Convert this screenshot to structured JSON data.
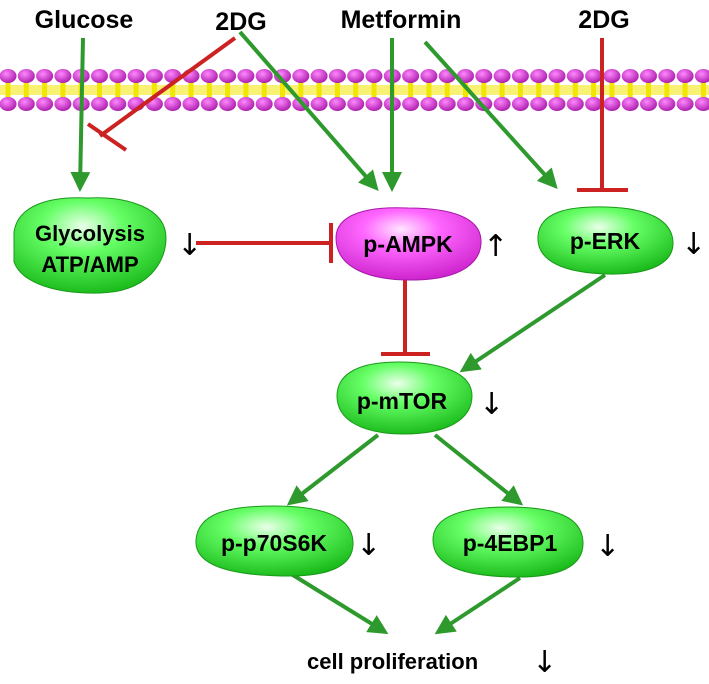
{
  "inputs": {
    "glucose": "Glucose",
    "dg_left": "2DG",
    "metformin": "Metformin",
    "dg_right": "2DG"
  },
  "nodes": {
    "glycolysis_line1": "Glycolysis",
    "glycolysis_line2": "ATP/AMP",
    "glycolysis_trend": "↓",
    "ampk": "p-AMPK",
    "ampk_trend": "↑",
    "erk": "p-ERK",
    "erk_trend": "↓",
    "mtor": "p-mTOR",
    "mtor_trend": "↓",
    "p70s6k": "p-p70S6K",
    "p70s6k_trend": "↓",
    "ebp1": "p-4EBP1",
    "ebp1_trend": "↓",
    "outcome": "cell proliferation",
    "outcome_trend": "↓"
  },
  "colors": {
    "activation": "#2e9a2e",
    "inhibition": "#cc2222",
    "node_green": "#22dd22",
    "node_magenta": "#ee33ee",
    "membrane_head": "#cc33cc",
    "membrane_tail": "#f2e600"
  }
}
